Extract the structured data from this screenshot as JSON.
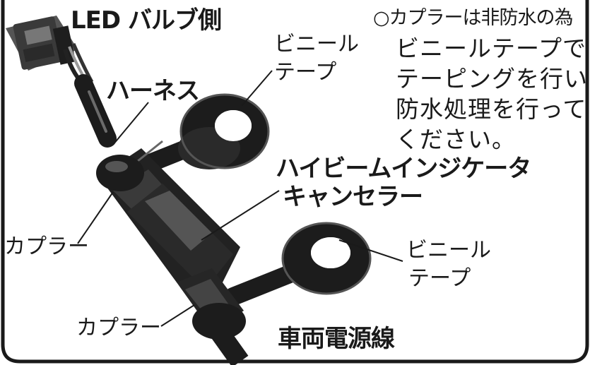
{
  "labels": {
    "led_bulb_side": "LED バルブ側",
    "vinyl_tape_top_1": "ビニール",
    "vinyl_tape_top_2": "テープ",
    "harness": "ハーネス",
    "canceller_1": "ハイビームインジケータ",
    "canceller_2": "キャンセラー",
    "coupler_upper": "カプラー",
    "coupler_lower": "カプラー",
    "vinyl_tape_bottom_1": "ビニール",
    "vinyl_tape_bottom_2": "テープ",
    "vehicle_power_line": "車両電源線"
  },
  "note": {
    "line1": "○カプラーは非防水の為",
    "line2": "ビニールテープで",
    "line3": "テーピングを行い",
    "line4": "防水処理を行って",
    "line5": "ください。"
  },
  "colors": {
    "ink": "#1a1a1a",
    "cable": "#1c1c1c",
    "body": "#2a2a2a",
    "highlight": "#6b6b6b",
    "frame": "#1a1a1a"
  }
}
